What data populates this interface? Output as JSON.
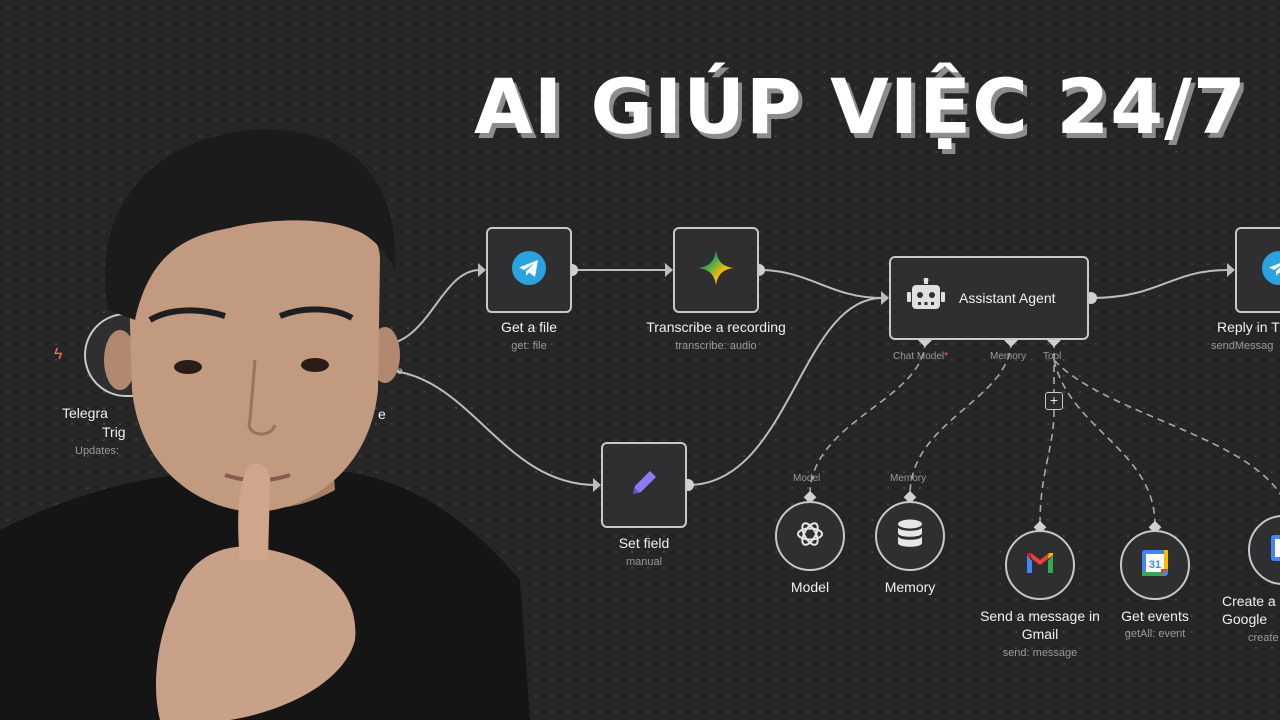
{
  "headline": "AI GIÚP VIỆC 24/7",
  "colors": {
    "background": "#262626",
    "node_border": "#c8c8c8",
    "telegram": "#2aa3df",
    "set_field_pencil": "#8b7cf6",
    "trigger_bolt": "#ff6f5c"
  },
  "trigger": {
    "title_visible": "Telegra",
    "title_line2_visible": "Trig",
    "subtitle_visible": "Updates: ",
    "icon": "lightning-icon"
  },
  "branches": {
    "true_label": "true",
    "false_label": "se",
    "cut_label": "e"
  },
  "nodes": {
    "get_file": {
      "title": "Get a file",
      "subtitle": "get: file",
      "icon": "telegram-icon"
    },
    "transcribe": {
      "title": "Transcribe a recording",
      "subtitle": "transcribe: audio",
      "icon": "gemini-icon"
    },
    "set_field": {
      "title": "Set field",
      "subtitle": "manual",
      "icon": "pencil-icon"
    },
    "agent": {
      "title": "Assistant Agent",
      "icon": "robot-icon",
      "handles": {
        "chat_model": "Chat Model",
        "required_mark": "*",
        "memory": "Memory",
        "tool": "Tool"
      },
      "add_tool": "+"
    },
    "reply": {
      "title": "Reply in T",
      "subtitle": "sendMessag",
      "icon": "telegram-icon"
    }
  },
  "subnodes": {
    "model": {
      "handle_label": "Model",
      "title": "Model",
      "icon": "openai-icon"
    },
    "memory": {
      "handle_label": "Memory",
      "title": "Memory",
      "icon": "database-icon"
    },
    "gmail": {
      "title_line1": "Send a message in",
      "title_line2": "Gmail",
      "subtitle": "send: message",
      "icon": "gmail-icon"
    },
    "events": {
      "title": "Get events",
      "subtitle": "getAll: event",
      "icon": "google-calendar-icon"
    },
    "create": {
      "title_line1": "Create a",
      "title_line2": "Google",
      "subtitle": "create",
      "icon": "google-calendar-icon"
    }
  }
}
